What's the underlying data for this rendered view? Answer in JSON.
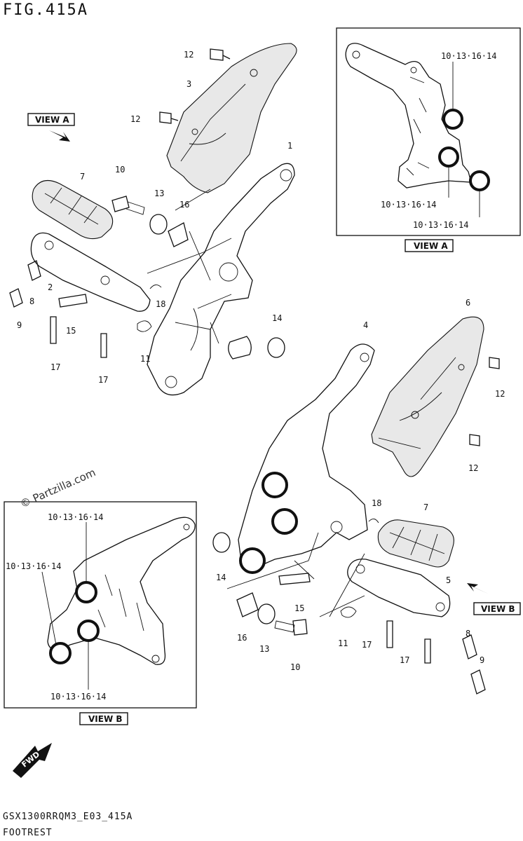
{
  "figure": {
    "title": "FIG.415A",
    "code": "GSX1300RRQM3_E03_415A",
    "name": "FOOTREST",
    "watermark": "© Partzilla.com"
  },
  "view_tags": {
    "view_a": "VIEW A",
    "view_b": "VIEW B",
    "fwd": "FWD"
  },
  "callouts": {
    "c1": "1",
    "c2": "2",
    "c3": "3",
    "c4": "4",
    "c5": "5",
    "c6": "6",
    "c7_left": "7",
    "c7_right": "7",
    "c8_left": "8",
    "c8_right": "8",
    "c9_left": "9",
    "c9_right": "9",
    "c10_left": "10",
    "c10_right": "10",
    "c11_left": "11",
    "c11_right": "11",
    "c12_top": "12",
    "c12_mid": "12",
    "c12_r1": "12",
    "c12_r2": "12",
    "c13_left": "13",
    "c13_right": "13",
    "c14_left": "14",
    "c14_right": "14",
    "c15_left": "15",
    "c15_right": "15",
    "c16_left": "16",
    "c16_right": "16",
    "c17_left_a": "17",
    "c17_left_b": "17",
    "c17_right_a": "17",
    "c17_right_b": "17",
    "c18_left": "18",
    "c18_right": "18"
  },
  "view_a_labels": [
    "10·13·16·14",
    "10·13·16·14",
    "10·13·16·14"
  ],
  "view_b_labels": [
    "10·13·16·14",
    "10·13·16·14",
    "10·13·16·14"
  ],
  "icons": [
    "fwd-arrow-icon",
    "view-direction-arrow-icon"
  ]
}
